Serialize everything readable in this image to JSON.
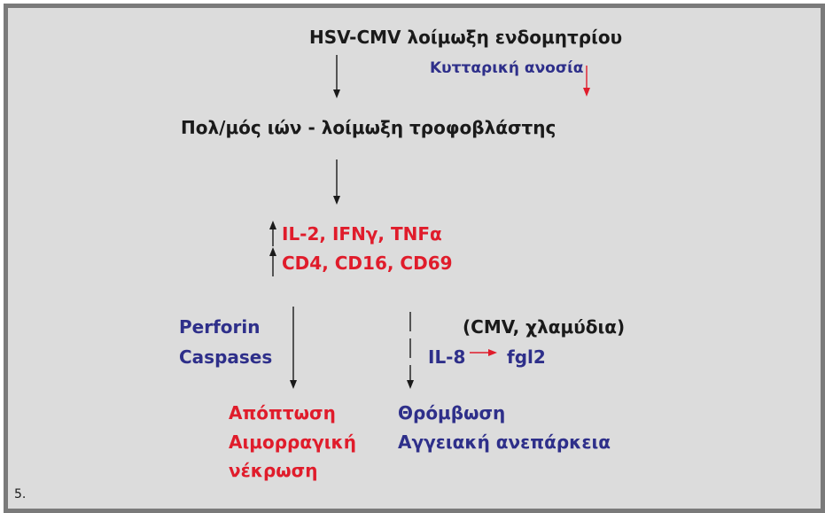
{
  "diagram": {
    "title": "HSV-CMV λοίμωξη ενδομητρίου",
    "cell_immunity": "Κυτταρική ανοσία",
    "ion_infection": "Πολ/μός ιών - λοίμωξη τροφοβλάστης",
    "cytokines": "IL-2, IFNγ, TNFα",
    "cd_markers": "CD4, CD16, CD69",
    "perforin": "Perforin",
    "caspases": "Caspases",
    "cmv_chlamydia": "(CMV, χλαμύδια)",
    "il8": "IL-8",
    "fgl2": "fgl2",
    "apoptosis": "Απόπτωση",
    "hemorrhagic": "Αιμορραγική",
    "necrosis": "νέκρωση",
    "thrombosis": "Θρόμβωση",
    "vascular_insufficiency": "Αγγειακή ανεπάρκεια"
  },
  "colors": {
    "black_text": "#1a1a1a",
    "blue_text": "#2e2f8a",
    "red_text": "#e01c2b",
    "frame": "#7a7a7a",
    "background": "#dcdcdc"
  },
  "page_number": "5."
}
